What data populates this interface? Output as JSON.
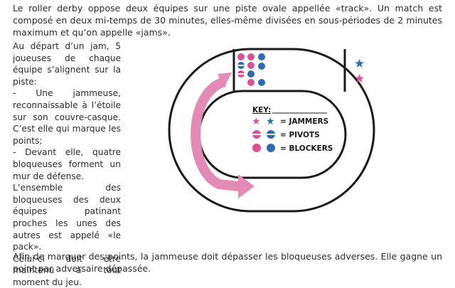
{
  "intro_paragraph": "Le roller derby oppose deux équipes sur une piste ovale appellée «track». Un match est composé en deux mi-temps de 30 minutes, elles-même divisées en sous-périodes de 2 minutes maximum et qu’on appelle «jams».",
  "left_column": [
    "Au départ d’un jam, 5 joueuses de chaque équipe s’alignent sur la piste:",
    "- Une jammeuse, reconnaissable à l’étoile sur son couvre-casque. C’est elle qui marque les points;",
    "- Devant elle, quatre bloqueuses forment un mur de défense.",
    "L’ensemble des bloqueuses des deux équipes patinant proches les unes des autres est appelé «le pack».",
    "Celui-ci doit être maintenu à tout moment du jeu."
  ],
  "bottom_paragraph": "Afin de marquer des points, la jammeuse doit dépasser les bloqueuses adverses. Elle gagne un point par adversaire dépassée.",
  "diagram": {
    "key_title": "KEY:",
    "jammers_label": "= JAMMERS",
    "pivots_label": "= PIVOTS",
    "blockers_label": "= BLOCKERS"
  },
  "colors": {
    "pink": "#df4f94",
    "blue": "#2c6cb3",
    "arrow": "#e48bb5",
    "track_outline": "#1a1a1a"
  }
}
